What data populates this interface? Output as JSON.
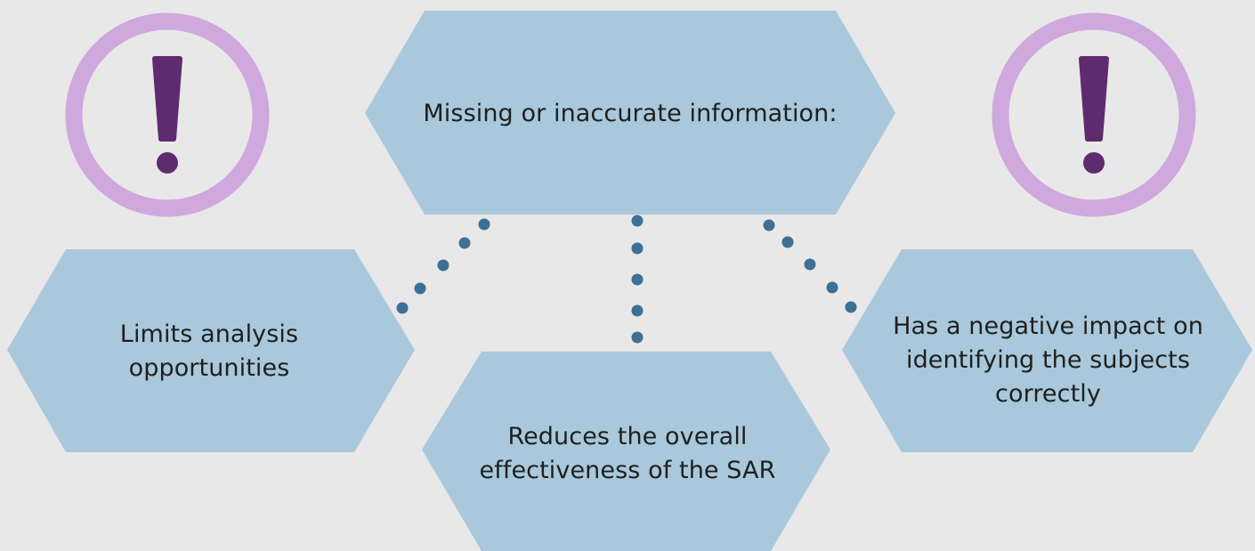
{
  "colors": {
    "background": "#e8e8e8",
    "hexagon_fill": "#a9c8db",
    "connector_dot": "#3e6f94",
    "alert_ring": "#cfa8de",
    "alert_mark": "#5e2c6e",
    "text": "#1f1f1f"
  },
  "main_node": {
    "text": "Missing or inaccurate information:"
  },
  "consequences": [
    {
      "lines": [
        "Limits analysis",
        "opportunities"
      ]
    },
    {
      "lines": [
        "Reduces the overall",
        "effectiveness of the SAR"
      ]
    },
    {
      "lines": [
        "Has a negative impact on",
        "identifying the subjects",
        "correctly"
      ]
    }
  ],
  "icons": {
    "left_alert": "exclamation-icon",
    "right_alert": "exclamation-icon"
  }
}
